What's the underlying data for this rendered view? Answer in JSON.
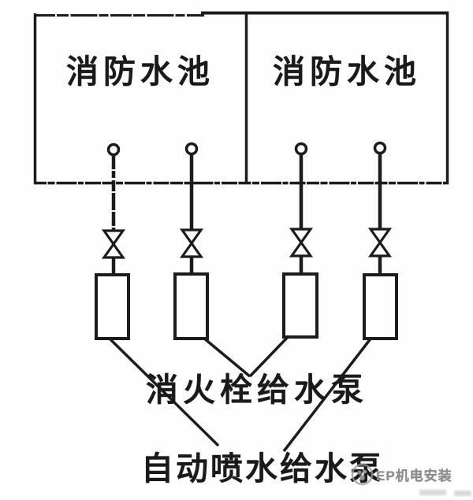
{
  "diagram": {
    "type": "fire-water-supply-pump-schematic",
    "tanks": [
      {
        "label": "消防水池"
      },
      {
        "label": "消防水池"
      }
    ],
    "pump_groups": {
      "hydrant_pump_label": "消火栓给水泵",
      "sprinkler_pump_label": "自动喷水给水泵"
    },
    "pump_count": 4,
    "valve_count": 4,
    "watermark": {
      "text": "EP机电安装"
    },
    "colors": {
      "line": "#1c1c1c",
      "text": "#1a1a1a",
      "watermark": "#8c8c8c",
      "background": "#fefefe"
    }
  }
}
